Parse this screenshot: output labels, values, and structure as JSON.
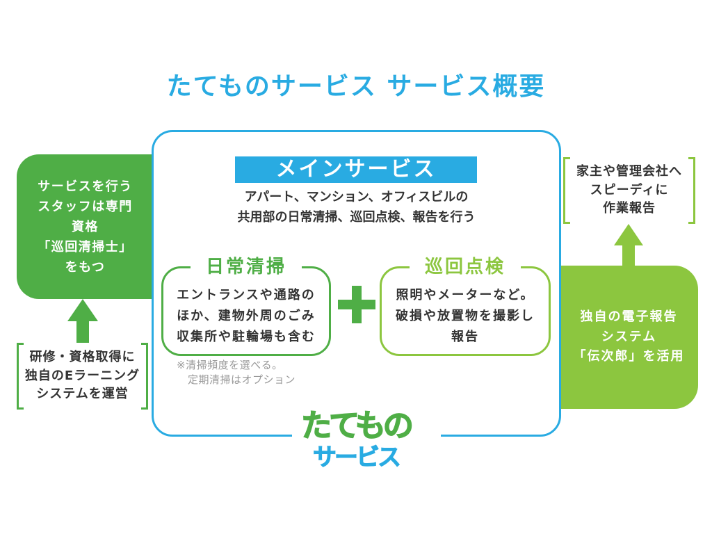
{
  "title": "たてものサービス サービス概要",
  "colors": {
    "blue": "#29abe2",
    "green": "#4fae46",
    "light_green": "#8cc63f",
    "text": "#333333",
    "note": "#999999"
  },
  "main_service": {
    "banner": "メインサービス",
    "description": [
      "アパート、マンション、オフィスビルの",
      "共用部の日常清掃、巡回点検、報告を行う"
    ],
    "daily_cleaning": {
      "heading": "日常清掃",
      "lines": [
        "エントランスや通路の",
        "ほか、建物外周のごみ",
        "収集所や駐輪場も含む"
      ]
    },
    "inspection": {
      "heading": "巡回点検",
      "lines": [
        "照明やメーターなど。",
        "破損や放置物を撮影し",
        "報告"
      ]
    },
    "note": [
      "※清掃頻度を選べる。",
      "定期清掃はオプション"
    ]
  },
  "staff_qualification": {
    "lines": [
      "サービスを行う",
      "スタッフは専門",
      "資格",
      "「巡回清掃士」",
      "をもつ"
    ]
  },
  "training": {
    "lines": [
      "研修・資格取得に",
      "独自のEラーニング",
      "システムを運営"
    ]
  },
  "reporting_system": {
    "lines": [
      "独自の電子報告",
      "システム",
      "「伝次郎」を活用"
    ]
  },
  "client_report": {
    "lines": [
      "家主や管理会社へ",
      "スピーディに",
      "作業報告"
    ]
  },
  "logo": {
    "line1": "たてもの",
    "line2": "サービス"
  },
  "icons": {
    "between_services": "plus-icon",
    "training_to_staff": "up-arrow-icon",
    "system_to_report": "up-arrow-icon"
  }
}
